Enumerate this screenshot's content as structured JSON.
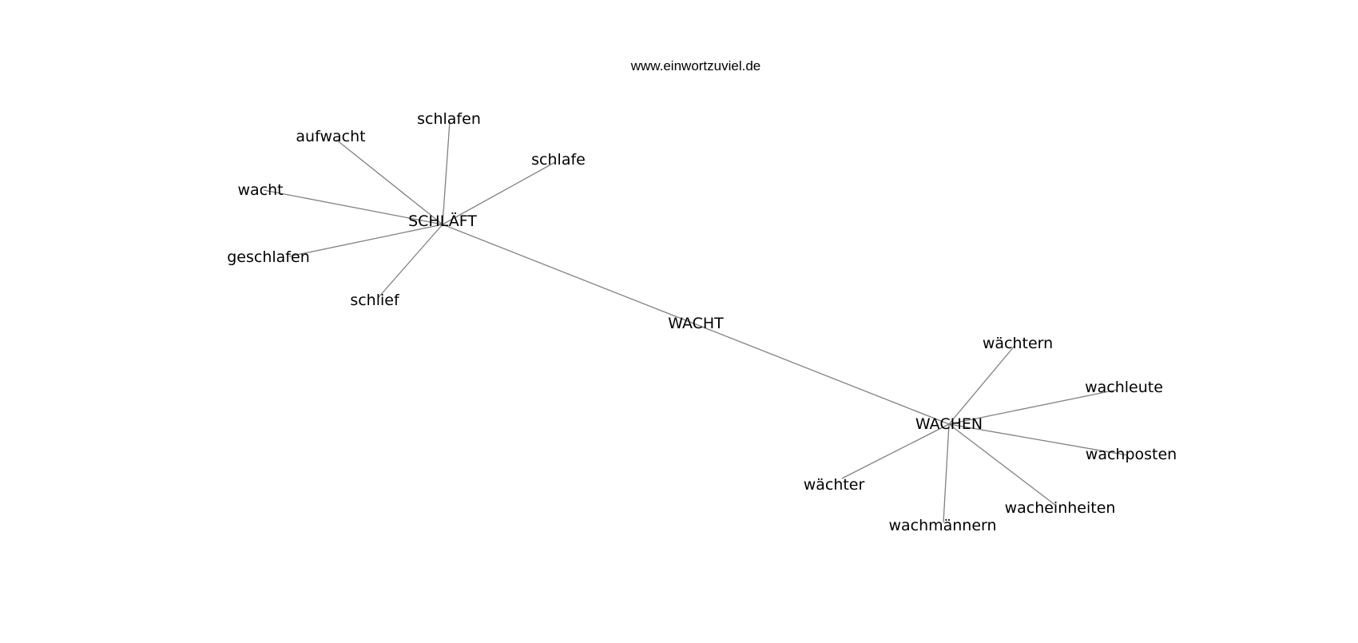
{
  "site": "www.einwortzuviel.de",
  "graph": {
    "nodes": [
      {
        "id": "wacht_center",
        "label": "WACHT"
      },
      {
        "id": "schlaeft",
        "label": "SCHLÄFT"
      },
      {
        "id": "wachen",
        "label": "WACHEN"
      },
      {
        "id": "schlafen",
        "label": "schlafen"
      },
      {
        "id": "aufwacht",
        "label": "aufwacht"
      },
      {
        "id": "schlafe",
        "label": "schlafe"
      },
      {
        "id": "wacht",
        "label": "wacht"
      },
      {
        "id": "geschlafen",
        "label": "geschlafen"
      },
      {
        "id": "schlief",
        "label": "schlief"
      },
      {
        "id": "waechtern",
        "label": "wächtern"
      },
      {
        "id": "wachleute",
        "label": "wachleute"
      },
      {
        "id": "wachposten",
        "label": "wachposten"
      },
      {
        "id": "waechter",
        "label": "wächter"
      },
      {
        "id": "wacheinheiten",
        "label": "wacheinheiten"
      },
      {
        "id": "wachmaennern",
        "label": "wachmännern"
      }
    ],
    "edges": [
      [
        "schlaeft",
        "wachen"
      ],
      [
        "schlaeft",
        "schlafen"
      ],
      [
        "schlaeft",
        "aufwacht"
      ],
      [
        "schlaeft",
        "schlafe"
      ],
      [
        "schlaeft",
        "wacht"
      ],
      [
        "schlaeft",
        "geschlafen"
      ],
      [
        "schlaeft",
        "schlief"
      ],
      [
        "wachen",
        "waechtern"
      ],
      [
        "wachen",
        "wachleute"
      ],
      [
        "wachen",
        "wachposten"
      ],
      [
        "wachen",
        "waechter"
      ],
      [
        "wachen",
        "wacheinheiten"
      ],
      [
        "wachen",
        "wachmaennern"
      ]
    ]
  }
}
